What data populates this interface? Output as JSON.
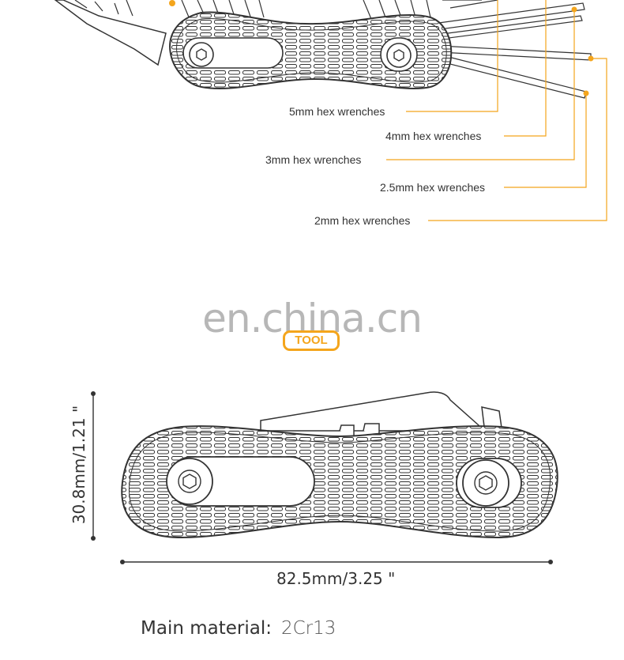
{
  "callouts": {
    "hex5": "5mm hex wrenches",
    "hex4": "4mm hex wrenches",
    "hex3": "3mm hex wrenches",
    "hex25": "2.5mm hex wrenches",
    "hex2": "2mm hex wrenches"
  },
  "watermark": "en.china.cn",
  "badge": "TOOL",
  "dimensions": {
    "height": "30.8mm/1.21 \"",
    "width": "82.5mm/3.25 \""
  },
  "material": {
    "label": "Main material:",
    "value": "2Cr13"
  },
  "colors": {
    "accent": "#f4a51c",
    "outline": "#333333"
  }
}
